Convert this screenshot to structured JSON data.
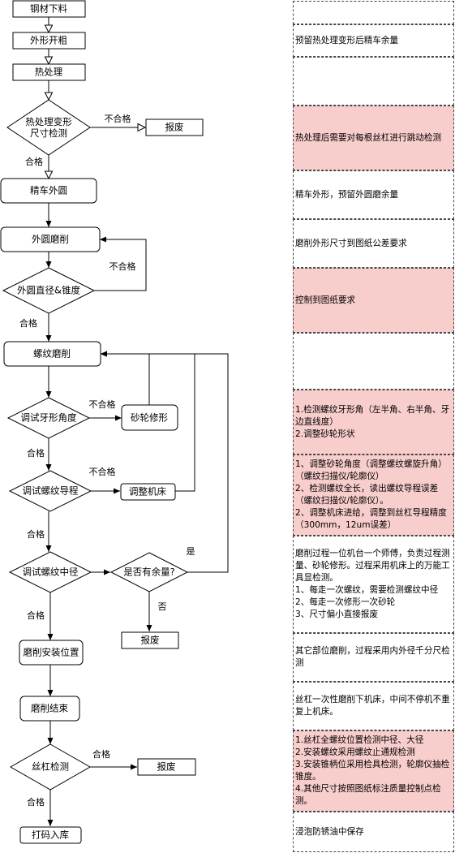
{
  "nodes": {
    "steel_cutting": "钢材下料",
    "rough_turning": "外形开粗",
    "heat_treatment": "热处理",
    "heat_check": "热处理变形\n尺寸检测",
    "scrap_1": "报废",
    "finish_turning": "精车外圆",
    "od_grinding": "外圆磨削",
    "od_check": "外圆直径&锥度",
    "thread_grinding": "螺纹磨削",
    "debug_profile_angle": "调试牙形角度",
    "wheel_dressing": "砂轮修形",
    "debug_lead": "调试螺纹导程",
    "adjust_machine": "调整机床",
    "debug_pitch_diameter": "调试螺纹中径",
    "allowance_check": "是否有余量?",
    "scrap_2": "报废",
    "grind_mount": "磨削安装位置",
    "grinding_done": "磨削结束",
    "screw_inspection": "丝杠检测",
    "scrap_3": "报废",
    "mark_store": "打码入库"
  },
  "edges": {
    "heat_fail": "不合格",
    "heat_pass": "合格",
    "od_fail": "不合格",
    "od_pass": "合格",
    "angle_fail": "不合格",
    "angle_pass": "合格",
    "lead_fail": "不合格",
    "lead_pass": "合格",
    "allowance_yes": "是",
    "allowance_no": "否",
    "pitch_pass": "合格",
    "insp_right": "合格",
    "insp_down": "合格"
  },
  "notes": [
    {
      "text": "",
      "pink": false
    },
    {
      "text": "预留热处理变形后精车余量",
      "pink": false
    },
    {
      "text": "",
      "pink": false
    },
    {
      "text": "热处理后需要对每根丝杠进行跳动检测",
      "pink": true
    },
    {
      "text": "精车外形，预留外圆磨余量",
      "pink": false
    },
    {
      "text": "磨削外形尺寸到图纸公差要求",
      "pink": false
    },
    {
      "text": "控制到图纸要求",
      "pink": true
    },
    {
      "text": "",
      "pink": false
    },
    {
      "text": "1.检测螺纹牙形角（左半角、右半角、牙边直线度）\n2.调整砂轮形状",
      "pink": true
    },
    {
      "text": "1、调整砂轮角度（调整螺纹螺旋升角）（螺纹扫描仪/轮廓仪）\n2、检测螺纹全长，读出螺纹导程误差（螺纹扫描仪/轮廓仪）。\n2、调整机床进给，调整到丝杠导程精度（300mm，12um误差）",
      "pink": true
    },
    {
      "text": "磨削过程一位机台一个师傅，负责过程测量、砂轮修形。过程采用机床上的万能工具显检测。\n1、每走一次螺纹，需要检测螺纹中径\n2、每走一次修形一次砂轮\n3、尺寸偏小直接报废",
      "pink": false
    },
    {
      "text": "其它部位磨削，过程采用内外径千分尺检测",
      "pink": false
    },
    {
      "text": "丝杠一次性磨削下机床，中间不停机不重复上机床。",
      "pink": false
    },
    {
      "text": "1.丝杠全螺纹位置检测中径、大径\n2.安装螺纹采用螺纹止通规检测\n3.安装锥柄位采用检具检测，轮廓仪抽检锥度。\n4.其他尺寸按照图纸标注质量控制点检测。",
      "pink": true
    },
    {
      "text": "浸泡防锈油中保存",
      "pink": false
    }
  ]
}
